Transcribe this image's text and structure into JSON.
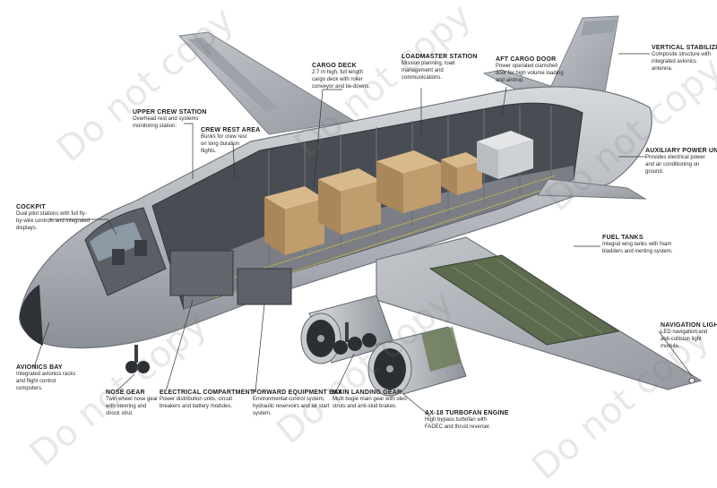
{
  "watermark": {
    "text": "Do not copy"
  },
  "colors": {
    "fuselage": "#b9bdc3",
    "fuselage_dark": "#8d9299",
    "interior": "#4a4f55",
    "floor": "#7e8187",
    "cargo": "#c9a77a",
    "cargo_dark": "#8e6f48",
    "wing": "#a9aeb5",
    "label_line": "#333333",
    "text": "#1c1c1c"
  },
  "callouts": [
    {
      "id": "cargo-deck",
      "title": "CARGO DECK",
      "desc": "2.7 m high, full length cargo deck with roller conveyor and tie-downs."
    },
    {
      "id": "loadmaster-station",
      "title": "LOADMASTER STATION",
      "desc": "Mission planning, load management and communications."
    },
    {
      "id": "aft-cargo-door",
      "title": "AFT CARGO DOOR",
      "desc": "Power operated clamshell door for high volume loading and airdrop."
    },
    {
      "id": "vertical-stabilizer",
      "title": "VERTICAL STABILIZER",
      "desc": "Composite structure with integrated avionics antenna."
    },
    {
      "id": "upper-crew-station",
      "title": "UPPER CREW STATION",
      "desc": "Overhead rest and systems monitoring station."
    },
    {
      "id": "crew-rest-area",
      "title": "CREW REST AREA",
      "desc": "Bunks for crew rest on long duration flights."
    },
    {
      "id": "auxiliary-power-unit",
      "title": "AUXILIARY POWER UNIT",
      "desc": "Provides electrical power and air conditioning on ground."
    },
    {
      "id": "cockpit",
      "title": "COCKPIT",
      "desc": "Dual pilot stations with full fly-by-wire controls and integrated displays."
    },
    {
      "id": "fuel-tanks",
      "title": "FUEL TANKS",
      "desc": "Integral wing tanks with foam bladders and inerting system."
    },
    {
      "id": "navigation-light",
      "title": "NAVIGATION LIGHT",
      "desc": "LED navigation and anti-collision light module."
    },
    {
      "id": "avionics-bay",
      "title": "AVIONICS BAY",
      "desc": "Integrated avionics racks and flight control computers."
    },
    {
      "id": "nose-gear",
      "title": "NOSE GEAR",
      "desc": "Twin wheel nose gear with steering and shock strut."
    },
    {
      "id": "electrical-compartment",
      "title": "ELECTRICAL COMPARTMENT",
      "desc": "Power distribution units, circuit breakers and battery modules."
    },
    {
      "id": "forward-equipment-bay",
      "title": "FORWARD EQUIPMENT BAY",
      "desc": "Environmental control system, hydraulic reservoirs and air start system."
    },
    {
      "id": "main-landing-gear",
      "title": "MAIN LANDING GEAR",
      "desc": "Multi bogie main gear with oleo struts and anti-skid brakes."
    },
    {
      "id": "turbofan-engine",
      "title": "AX-18 TURBOFAN ENGINE",
      "desc": "High bypass turbofan with FADEC and thrust reverser."
    }
  ]
}
